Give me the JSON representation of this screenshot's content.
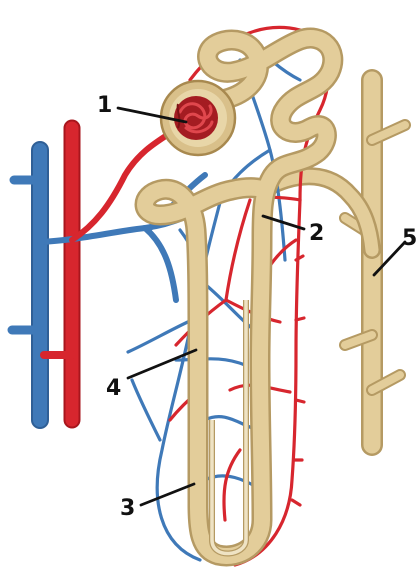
{
  "colors": {
    "artery": "#d7262e",
    "vein": "#3f79b8",
    "tubule": "#e3cd9a",
    "tubule_edge": "#b59a63",
    "leader": "#111111"
  },
  "labels": [
    {
      "id": "1",
      "text": "1"
    },
    {
      "id": "2",
      "text": "2"
    },
    {
      "id": "3",
      "text": "3"
    },
    {
      "id": "4",
      "text": "4"
    },
    {
      "id": "5",
      "text": "5"
    }
  ]
}
